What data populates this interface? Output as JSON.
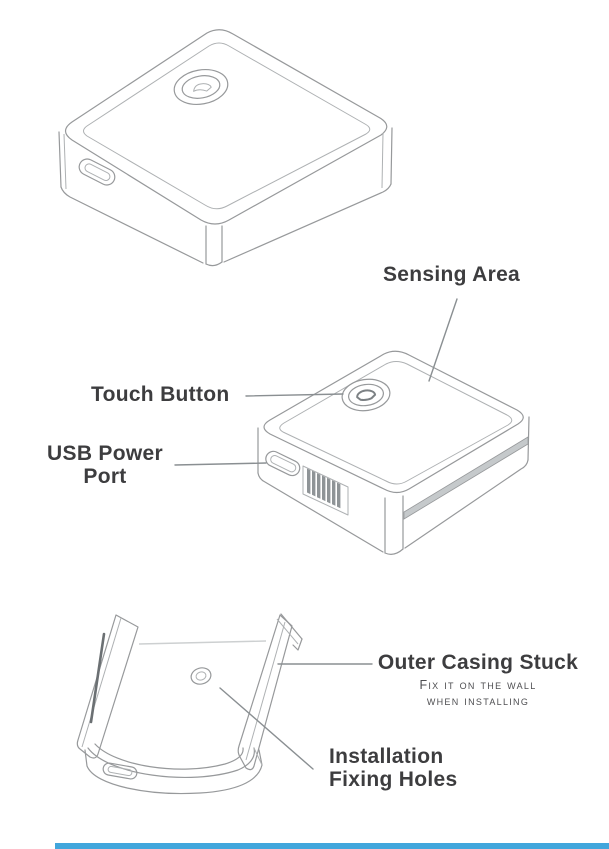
{
  "page": {
    "background_color": "#ffffff",
    "line_color": "#97999b",
    "label_text_color": "#3d3d3f",
    "note_text_color": "#4e4e51",
    "bottom_bar_color": "#41a6dc"
  },
  "labels": {
    "sensing_area": "Sensing Area",
    "touch_button": "Touch Button",
    "usb_power_port": {
      "line1": "USB Power",
      "line2": "Port"
    },
    "outer_casing": {
      "title": "Outer Casing Stuck",
      "note_line1": "Fix it on the wall",
      "note_line2": "when installing"
    },
    "fixing_holes": {
      "line1": "Installation",
      "line2": "Fixing Holes"
    }
  },
  "illustrations": {
    "top_view": "device-perspective-top-view",
    "front_view": "device-perspective-front-view",
    "outer_casing_view": "wall-mount-outer-casing-view"
  }
}
